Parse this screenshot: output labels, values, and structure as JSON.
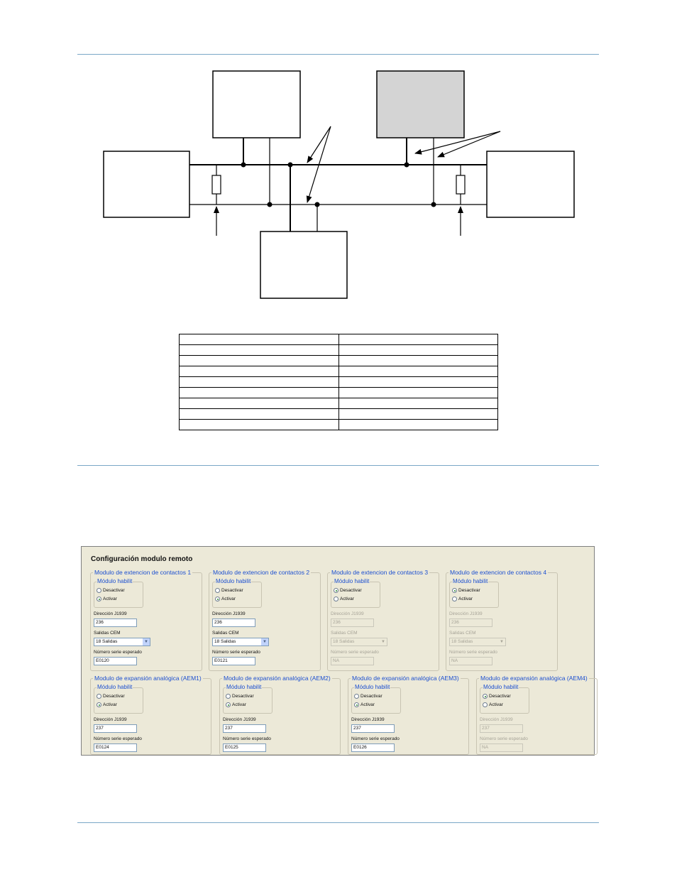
{
  "empty_table": {
    "rows": 9,
    "cols": 2
  },
  "panel": {
    "title": "Configuración modulo remoto",
    "cem_groups": [
      {
        "title": "Modulo de extencion de contactos 1",
        "sub_title": "Módulo habilit",
        "opt_off": "Desactivar",
        "opt_on": "Activar",
        "selected": "on",
        "enabled": true,
        "j1939_label": "Dirección J1939",
        "j1939_value": "236",
        "cem_label": "Salidas CEM",
        "cem_value": "18 Salidas",
        "serial_label": "Número serie esperado",
        "serial_value": "E0120"
      },
      {
        "title": "Modulo de extencion de contactos 2",
        "sub_title": "Módulo habilit",
        "opt_off": "Desactivar",
        "opt_on": "Activar",
        "selected": "on",
        "enabled": true,
        "j1939_label": "Dirección J1939",
        "j1939_value": "236",
        "cem_label": "Salidas CEM",
        "cem_value": "18 Salidas",
        "serial_label": "Número serie esperado",
        "serial_value": "E0121"
      },
      {
        "title": "Modulo de extencion de contactos 3",
        "sub_title": "Módulo habilit",
        "opt_off": "Desactivar",
        "opt_on": "Activar",
        "selected": "off",
        "enabled": false,
        "j1939_label": "Dirección J1939",
        "j1939_value": "236",
        "cem_label": "Salidas CEM",
        "cem_value": "18 Salidas",
        "serial_label": "Número serie esperado",
        "serial_value": "NA"
      },
      {
        "title": "Modulo de extencion de contactos 4",
        "sub_title": "Módulo habilit",
        "opt_off": "Desactivar",
        "opt_on": "Activar",
        "selected": "off",
        "enabled": false,
        "j1939_label": "Dirección J1939",
        "j1939_value": "236",
        "cem_label": "Salidas CEM",
        "cem_value": "18 Salidas",
        "serial_label": "Número serie esperado",
        "serial_value": "NA"
      }
    ],
    "aem_groups": [
      {
        "title": "Modulo de expansión analógica (AEM1)",
        "sub_title": "Módulo habilit",
        "opt_off": "Desactivar",
        "opt_on": "Activar",
        "selected": "on",
        "enabled": true,
        "j1939_label": "Dirección J1939",
        "j1939_value": "237",
        "serial_label": "Número serie esperado",
        "serial_value": "E0124"
      },
      {
        "title": "Modulo de expansión analógica (AEM2)",
        "sub_title": "Módulo habilit",
        "opt_off": "Desactivar",
        "opt_on": "Activar",
        "selected": "on",
        "enabled": true,
        "j1939_label": "Dirección J1939",
        "j1939_value": "237",
        "serial_label": "Número serie esperado",
        "serial_value": "E0125"
      },
      {
        "title": "Modulo de expansión analógica (AEM3)",
        "sub_title": "Módulo habilit",
        "opt_off": "Desactivar",
        "opt_on": "Activar",
        "selected": "on",
        "enabled": true,
        "j1939_label": "Dirección J1939",
        "j1939_value": "237",
        "serial_label": "Número serie esperado",
        "serial_value": "E0126"
      },
      {
        "title": "Modulo de expansión analógica (AEM4)",
        "sub_title": "Módulo habilit",
        "opt_off": "Desactivar",
        "opt_on": "Activar",
        "selected": "off",
        "enabled": false,
        "j1939_label": "Dirección J1939",
        "j1939_value": "237",
        "serial_label": "Número serie esperado",
        "serial_value": "NA"
      }
    ]
  }
}
